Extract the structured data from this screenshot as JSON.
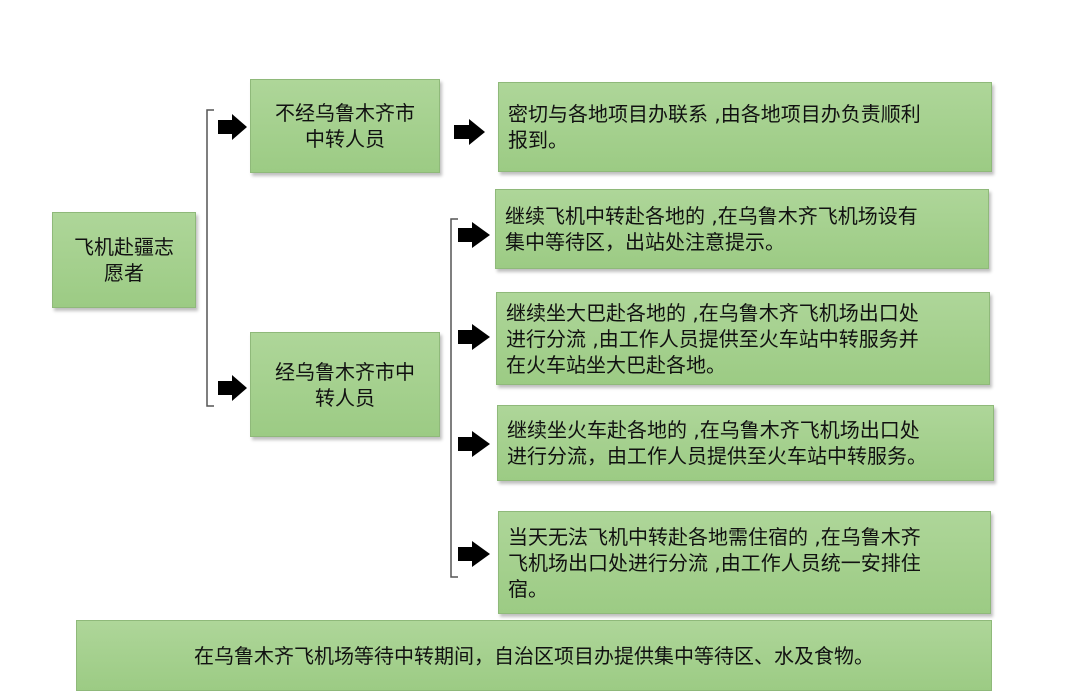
{
  "root": {
    "label": "飞机赴疆志\n愿者"
  },
  "branches": {
    "not_transit": {
      "label": "不经乌鲁木齐市\n中转人员",
      "result": "密切与各地项目办联系 ,由各地项目办负责顺利\n报到。"
    },
    "transit": {
      "label": "经乌鲁木齐市中\n转人员",
      "options": [
        {
          "text": "继续飞机中转赴各地的 ,在乌鲁木齐飞机场设有\n集中等待区，出站处注意提示。"
        },
        {
          "text": "继续坐大巴赴各地的 ,在乌鲁木齐飞机场出口处\n进行分流 ,由工作人员提供至火车站中转服务并\n在火车站坐大巴赴各地。"
        },
        {
          "text": "继续坐火车赴各地的 ,在乌鲁木齐飞机场出口处\n进行分流，由工作人员提供至火车站中转服务。"
        },
        {
          "text": "当天无法飞机中转赴各地需住宿的 ,在乌鲁木齐\n飞机场出口处进行分流 ,由工作人员统一安排住\n宿。"
        }
      ]
    }
  },
  "footer": {
    "note": "在乌鲁木齐飞机场等待中转期间，自治区项目办提供集中等待区、水及食物。"
  },
  "colors": {
    "box_fill": "#a5d18e",
    "box_border": "#8fb97a",
    "arrow": "#000000",
    "bracket": "#555555"
  },
  "icons": {
    "arrow": "right-arrow-icon"
  }
}
